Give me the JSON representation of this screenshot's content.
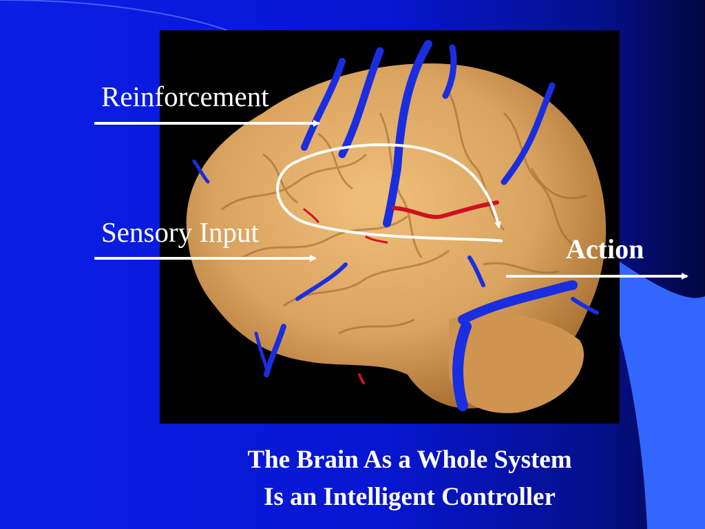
{
  "slide": {
    "labels": {
      "reinforcement": "Reinforcement",
      "sensory_input": "Sensory Input",
      "action": "Action"
    },
    "caption": {
      "line1": "The Brain As a Whole System",
      "line2": "Is an Intelligent Controller"
    }
  },
  "colors": {
    "background": "#0a1ee6",
    "accent_panel": "#3366ff",
    "brain": "#d9a25f",
    "vessels_blue": "#1a2ee0",
    "vessels_red": "#d01020",
    "arrows": "#ffffff",
    "text": "#ffffff"
  }
}
